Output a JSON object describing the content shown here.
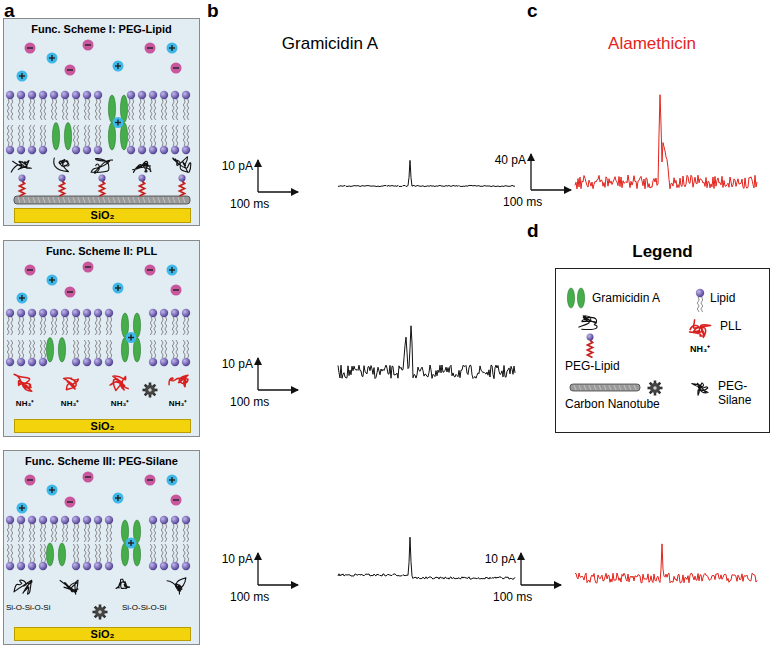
{
  "diagram": {
    "nodes": [
      {
        "text": [
          "Func. Scheme I: PEG-Lipid"
        ]
      },
      {
        "text": [
          "SiO₂"
        ],
        "in": 0
      },
      {
        "text": [
          "Func. Scheme II: PLL"
        ]
      },
      {
        "text": [
          "SiO₂"
        ],
        "in": 2
      },
      {
        "text": [
          "Func. Scheme III: PEG-Silane"
        ]
      },
      {
        "text": [
          "SiO₂"
        ],
        "in": 4
      },
      {
        "text": [
          "Legend"
        ]
      }
    ],
    "labels": [
      "a",
      "b",
      "Gramicidin A",
      "c",
      "Alamethicin",
      "d",
      "10 pA",
      "100 ms",
      "10 pA",
      "100 ms",
      "10 pA",
      "100 ms",
      "40 pA",
      "100 ms",
      "10 pA",
      "100 ms",
      "NH₃⁺",
      "NH₃⁺",
      "NH₃⁺",
      "NH₃⁺",
      "Si-O-Si-O-Si",
      "Si-O-Si-O-Si",
      "NH₃⁺"
    ],
    "legend": [
      {
        "text": "Gramicidin A"
      },
      {
        "text": "Lipid"
      },
      {
        "text": "PEG-Lipid"
      },
      {
        "text": "PLL"
      },
      {
        "text": "Carbon Nanotube"
      },
      {
        "text": "PEG-Silane"
      }
    ]
  }
}
